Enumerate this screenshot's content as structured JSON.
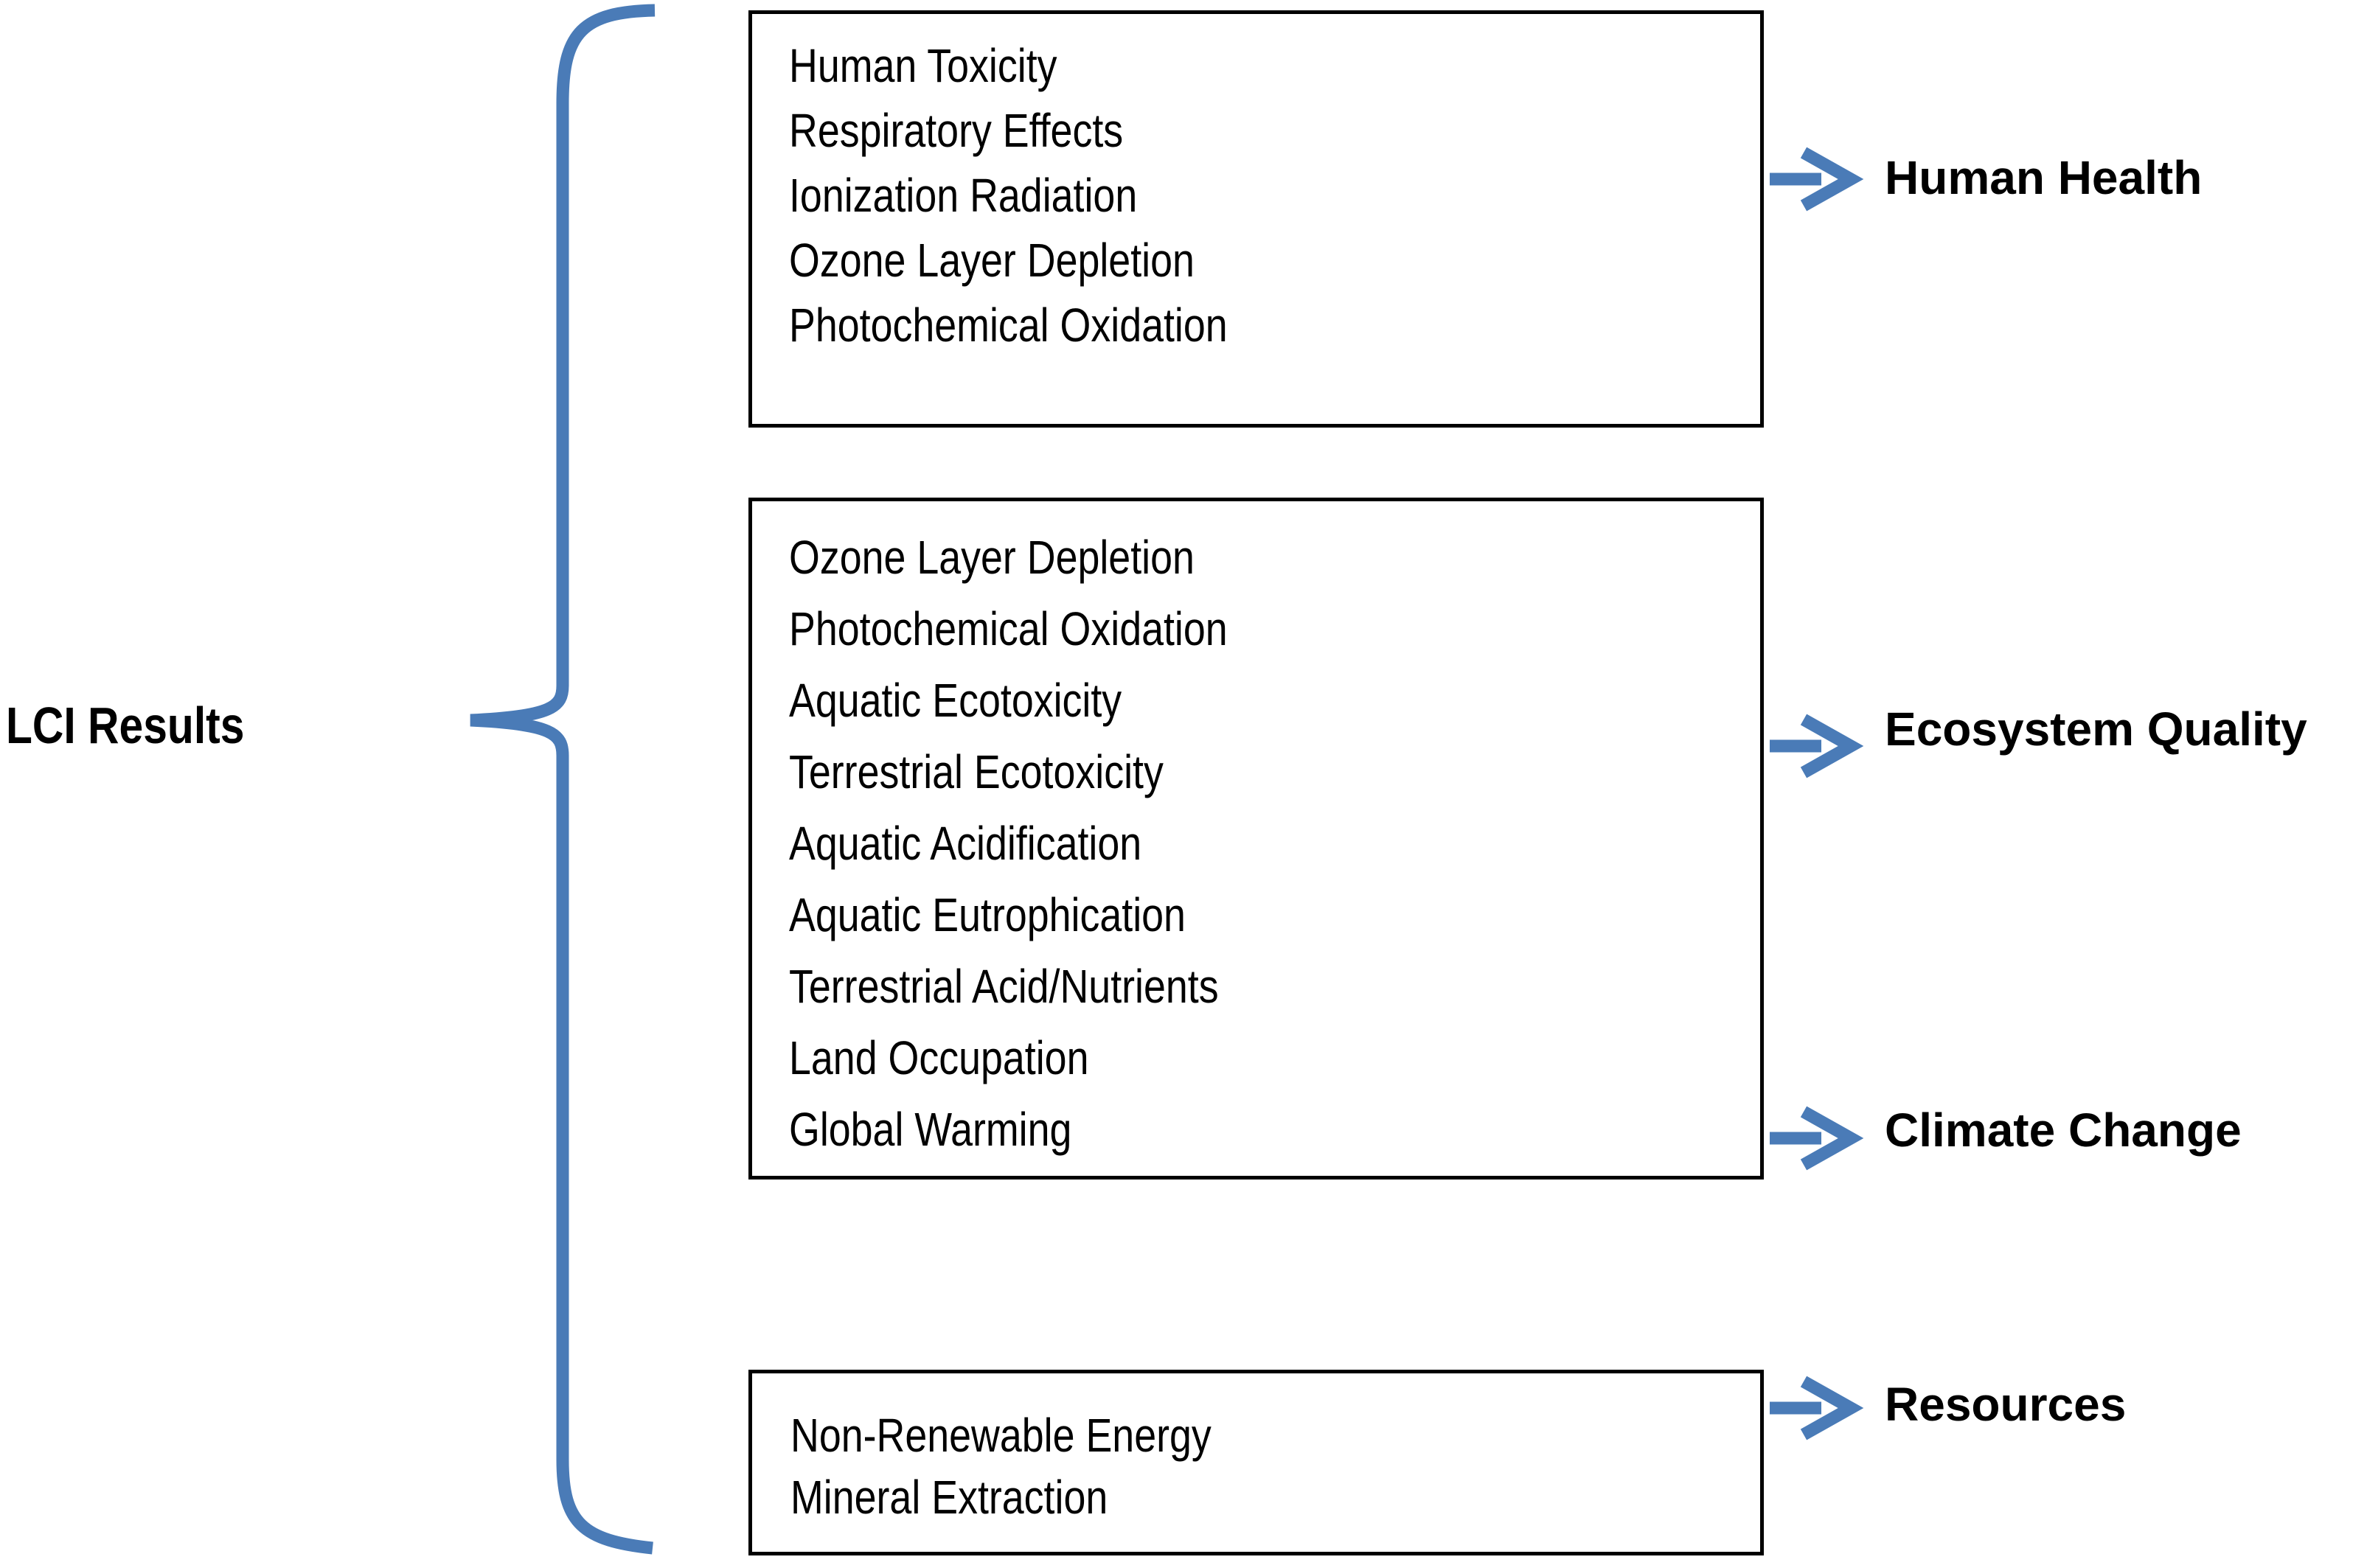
{
  "diagram": {
    "source_label": "LCI Results",
    "midpoint_boxes": [
      {
        "items": [
          "Human Toxicity",
          "Respiratory Effects",
          "Ionization Radiation",
          "Ozone Layer Depletion",
          "Photochemical Oxidation"
        ]
      },
      {
        "items": [
          "Ozone Layer Depletion",
          "Photochemical Oxidation",
          "Aquatic Ecotoxicity",
          "Terrestrial Ecotoxicity",
          "Aquatic Acidification",
          "Aquatic Eutrophication",
          "Terrestrial Acid/Nutrients",
          "Land Occupation",
          "Global Warming"
        ]
      },
      {
        "items": [
          "Non-Renewable Energy",
          "Mineral Extraction"
        ]
      }
    ],
    "endpoints": [
      {
        "label": "Human Health"
      },
      {
        "label": "Ecosystem Quality"
      },
      {
        "label": "Climate Change"
      },
      {
        "label": "Resources"
      }
    ],
    "colors": {
      "accent_blue": "#4A7BB7",
      "box_border": "#000000",
      "text": "#000000"
    }
  }
}
